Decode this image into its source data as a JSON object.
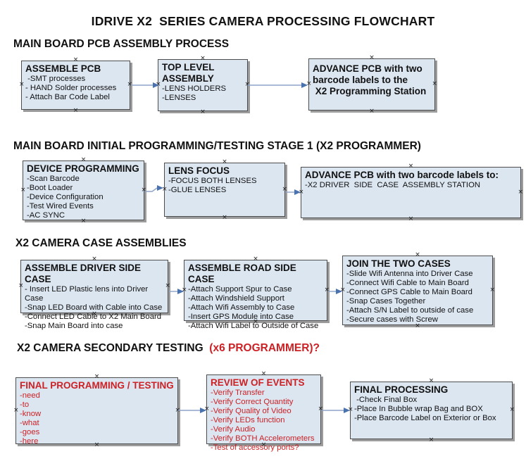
{
  "page_title": "IDRIVE X2  SERIES CAMERA PROCESSING FLOWCHART",
  "icons": {
    "connection_handle": "×",
    "arrow_direction": "right"
  },
  "colors": {
    "box_fill": "#dce6f1",
    "box_border": "#4d4d4d",
    "box_shadow": "#9c9c9c",
    "arrow_line": "#8fa3c8",
    "arrow_head": "#4a72ae",
    "red_text": "#cc2125",
    "text": "#111111"
  },
  "sections": [
    {
      "heading": "MAIN BOARD PCB ASSEMBLY PROCESS",
      "boxes": [
        {
          "title": "ASSEMBLE PCB",
          "items": [
            " -SMT processes",
            "- HAND Solder processes",
            "- Attach Bar Code Label"
          ]
        },
        {
          "title": "TOP LEVEL ASSEMBLY",
          "items": [
            "-LENS HOLDERS",
            "-LENSES"
          ]
        },
        {
          "title": "ADVANCE PCB with two\nbarcode labels to the\n X2 Programming Station",
          "items": []
        }
      ]
    },
    {
      "heading": "MAIN BOARD INITIAL PROGRAMMING/TESTING STAGE 1 (X2 PROGRAMMER)",
      "boxes": [
        {
          "title": "DEVICE PROGRAMMING",
          "items": [
            "-Scan Barcode",
            "-Boot Loader",
            "-Device Configuration",
            "-Test Wired Events",
            "-AC SYNC"
          ]
        },
        {
          "title": "LENS FOCUS",
          "items": [
            "-FOCUS BOTH LENSES",
            "-GLUE LENSES"
          ]
        },
        {
          "title": "ADVANCE PCB with two barcode labels to:",
          "items": [
            "-X2 DRIVER  SIDE  CASE  ASSEMBLY STATION"
          ]
        }
      ]
    },
    {
      "heading": "X2 CAMERA CASE ASSEMBLIES",
      "boxes": [
        {
          "title": "ASSEMBLE DRIVER SIDE CASE",
          "items": [
            "- Insert LED Plastic lens into Driver Case",
            "-Snap LED Board with Cable into Case",
            "-Connect LED Cable to X2 Main Board",
            "-Snap Main Board into case"
          ]
        },
        {
          "title": "ASSEMBLE ROAD SIDE CASE",
          "items": [
            "-Attach Support Spur to Case",
            "-Attach Windshield Support",
            "-Attach Wifi Assembly to Case",
            "-Insert GPS Module into Case",
            "-Attach Wifi Label to Outside of Case"
          ]
        },
        {
          "title": "JOIN THE TWO CASES",
          "items": [
            "-Slide Wifi Antenna into Driver Case",
            "-Connect Wifi Cable to Main Board",
            "-Connect GPS Cable to Main Board",
            "-Snap Cases Together",
            "-Attach S/N Label to outside of case",
            "-Secure cases with Screw"
          ]
        }
      ]
    },
    {
      "heading": "X2 CAMERA SECONDARY TESTING",
      "heading_red": "  (x6 PROGRAMMER)?",
      "boxes": [
        {
          "title": "FINAL PROGRAMMING / TESTING",
          "items": [
            "-need",
            "-to",
            "-know",
            "-what",
            "-goes",
            "-here"
          ]
        },
        {
          "title": "REVIEW OF EVENTS",
          "items": [
            "-Verify Transfer",
            "-Verify Correct Quantity",
            "-Verify Quality of Video",
            "-Verify LEDs function",
            "-Verify Audio",
            "-Verify BOTH Accelerometers",
            "-Test of accessory ports?"
          ]
        },
        {
          "title": "FINAL PROCESSING",
          "items": [
            " -Check Final Box",
            "-Place In Bubble wrap Bag and BOX",
            "-Place Barcode Label on Exterior or Box"
          ]
        }
      ]
    }
  ]
}
